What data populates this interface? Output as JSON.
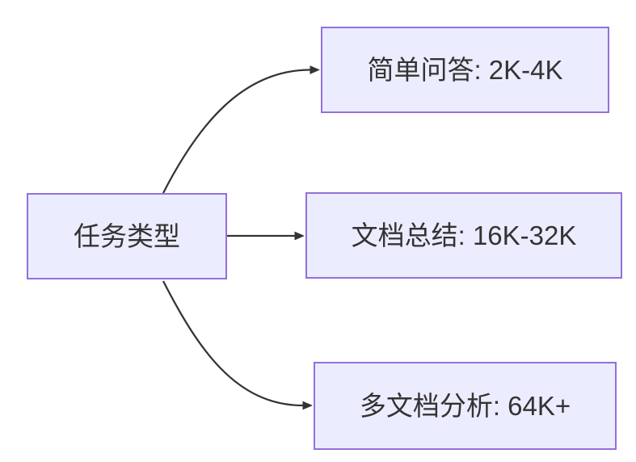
{
  "diagram": {
    "type": "flowchart-left-to-right",
    "background": "#FFFFFF",
    "node_style": {
      "fill": "#ECECFF",
      "border": "#9370DB",
      "text_color": "#333333"
    },
    "edge_style": {
      "color": "#333333",
      "arrowhead": "filled-triangle"
    },
    "root": {
      "id": "task-type",
      "label": "任务类型"
    },
    "children": [
      {
        "id": "simple-qa",
        "label": "简单问答: 2K-4K"
      },
      {
        "id": "doc-summary",
        "label": "文档总结: 16K-32K"
      },
      {
        "id": "multi-doc-analysis",
        "label": "多文档分析: 64K+"
      }
    ],
    "edges": [
      {
        "from": "task-type",
        "to": "simple-qa"
      },
      {
        "from": "task-type",
        "to": "doc-summary"
      },
      {
        "from": "task-type",
        "to": "multi-doc-analysis"
      }
    ]
  }
}
